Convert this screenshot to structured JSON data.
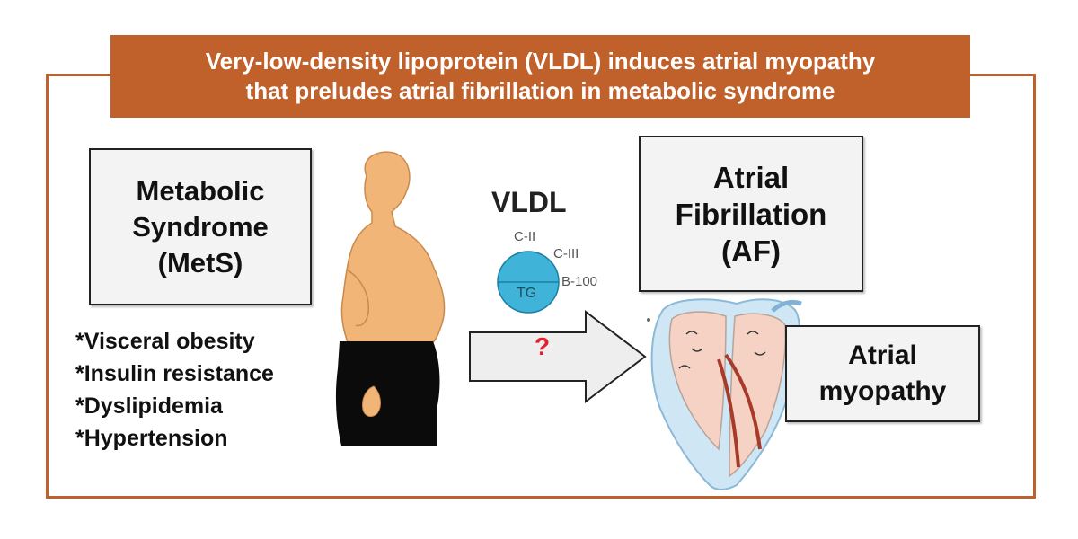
{
  "header": {
    "title_line1": "Very-low-density lipoprotein (VLDL) induces atrial myopathy",
    "title_line2": "that preludes atrial fibrillation in metabolic syndrome",
    "color": "#c0612b"
  },
  "mets_box": {
    "line1": "Metabolic",
    "line2": "Syndrome",
    "line3": "(MetS)"
  },
  "features": [
    "*Visceral obesity",
    "*Insulin resistance",
    "*Dyslipidemia",
    "*Hypertension"
  ],
  "vldl": {
    "title": "VLDL",
    "apo_c2": "C-II",
    "apo_c3": "C-III",
    "apo_b100": "B-100",
    "core": "TG",
    "color": "#3fb3d8"
  },
  "arrow": {
    "label": "?",
    "label_color": "#e0202a"
  },
  "af_box": {
    "line1": "Atrial",
    "line2": "Fibrillation",
    "line3": "(AF)"
  },
  "myopathy_box": {
    "line1": "Atrial",
    "line2": "myopathy"
  },
  "icons": {
    "person": "obese-person-silhouette-icon",
    "heart": "heart-conduction-icon"
  }
}
